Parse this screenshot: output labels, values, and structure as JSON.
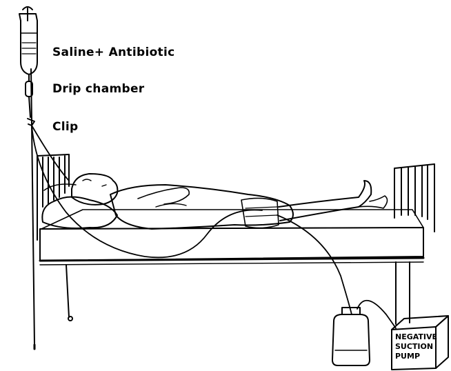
{
  "labels": {
    "saline": "Saline+ Antibiotic",
    "drip_chamber": "Drip chamber",
    "clip": "Clip"
  },
  "pump": {
    "line1": "NEGATIVE",
    "line2": "SUCTION",
    "line3": "PUMP"
  },
  "colors": {
    "ink": "#000000",
    "paper": "#ffffff"
  }
}
